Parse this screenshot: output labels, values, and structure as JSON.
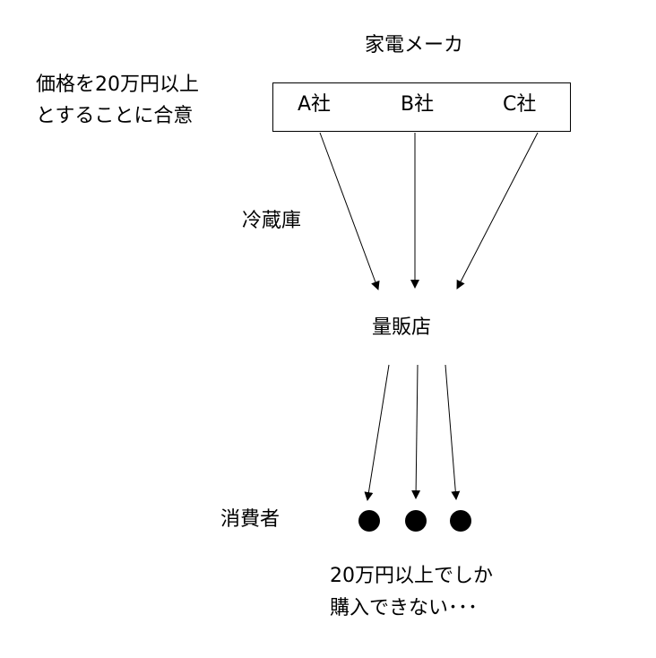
{
  "diagram": {
    "manufacturer_title": "家電メーカ",
    "agreement_line1": "価格を20万円以上",
    "agreement_line2": "とすることに合意",
    "companies": [
      "A社",
      "B社",
      "C社"
    ],
    "product": "冷蔵庫",
    "retailer": "量販店",
    "consumer": "消費者",
    "note_line1": "20万円以上でしか",
    "note_line2": "購入できない･･･"
  },
  "colors": {
    "line": "#000000",
    "background": "#ffffff"
  }
}
